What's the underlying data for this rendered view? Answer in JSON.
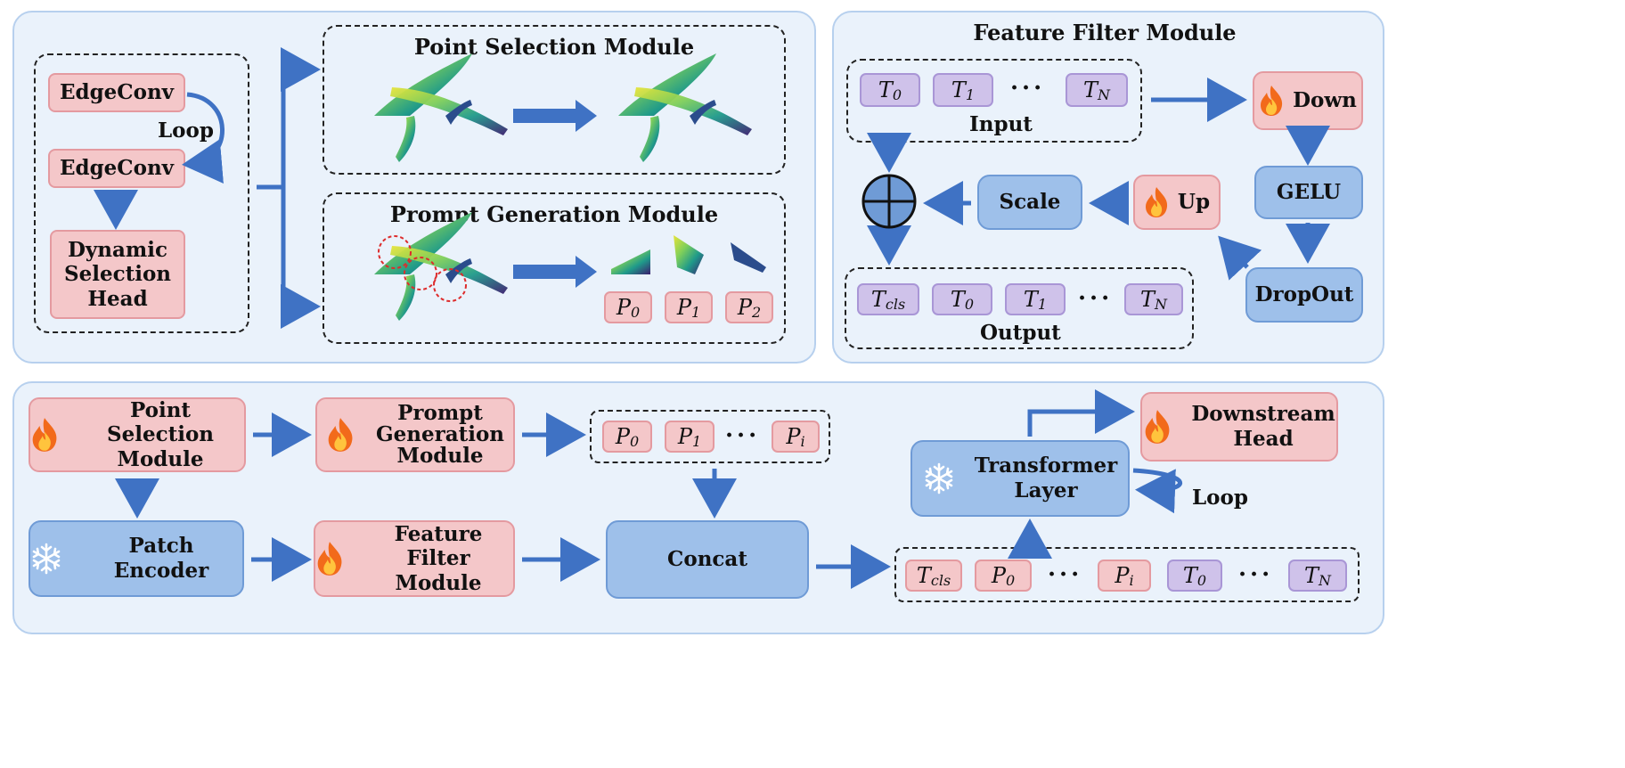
{
  "colors": {
    "panel": "#eaf2fb",
    "pink": "#f4c7c9",
    "blue": "#9ec0ea",
    "purple": "#cfc2ea",
    "arrow": "#3f72c4"
  },
  "top_left": {
    "edgeconv_1": "EdgeConv",
    "loop_label": "Loop",
    "edgeconv_2": "EdgeConv",
    "dsh_line1": "Dynamic",
    "dsh_line2": "Selection",
    "dsh_line3": "Head",
    "point_selection_title": "Point Selection Module",
    "prompt_generation_title": "Prompt Generation Module",
    "patch_labels": [
      {
        "base": "P",
        "sub": "0"
      },
      {
        "base": "P",
        "sub": "1"
      },
      {
        "base": "P",
        "sub": "2"
      }
    ]
  },
  "feature_filter": {
    "title": "Feature Filter Module",
    "input_tokens": [
      {
        "base": "T",
        "sub": "0"
      },
      {
        "base": "T",
        "sub": "1"
      },
      {
        "base": "T",
        "sub": "N"
      }
    ],
    "dots": "···",
    "input_label": "Input",
    "down": "Down",
    "gelu": "GELU",
    "dropout": "DropOut",
    "up": "Up",
    "scale": "Scale",
    "output_tokens": [
      {
        "base": "T",
        "sub": "cls"
      },
      {
        "base": "T",
        "sub": "0"
      },
      {
        "base": "T",
        "sub": "1"
      },
      {
        "base": "T",
        "sub": "N"
      }
    ],
    "output_label": "Output"
  },
  "bottom": {
    "point_selection_line1": "Point Selection",
    "point_selection_line2": "Module",
    "prompt_gen_line1": "Prompt",
    "prompt_gen_line2": "Generation",
    "prompt_gen_line3": "Module",
    "prompt_tokens": [
      {
        "base": "P",
        "sub": "0"
      },
      {
        "base": "P",
        "sub": "1"
      },
      {
        "base": "P",
        "sub": "i"
      }
    ],
    "dots": "···",
    "patch_encoder": "Patch Encoder",
    "feature_filter_line1": "Feature Filter",
    "feature_filter_line2": "Module",
    "concat": "Concat",
    "transformer_line1": "Transformer",
    "transformer_line2": "Layer",
    "loop_label": "Loop",
    "downstream_line1": "Downstream",
    "downstream_line2": "Head",
    "seq_tokens": [
      {
        "base": "T",
        "sub": "cls",
        "kind": "pink"
      },
      {
        "base": "P",
        "sub": "0",
        "kind": "pink"
      },
      {
        "base": "P",
        "sub": "i",
        "kind": "pink"
      },
      {
        "base": "T",
        "sub": "0",
        "kind": "purple"
      },
      {
        "base": "T",
        "sub": "N",
        "kind": "purple"
      }
    ]
  }
}
